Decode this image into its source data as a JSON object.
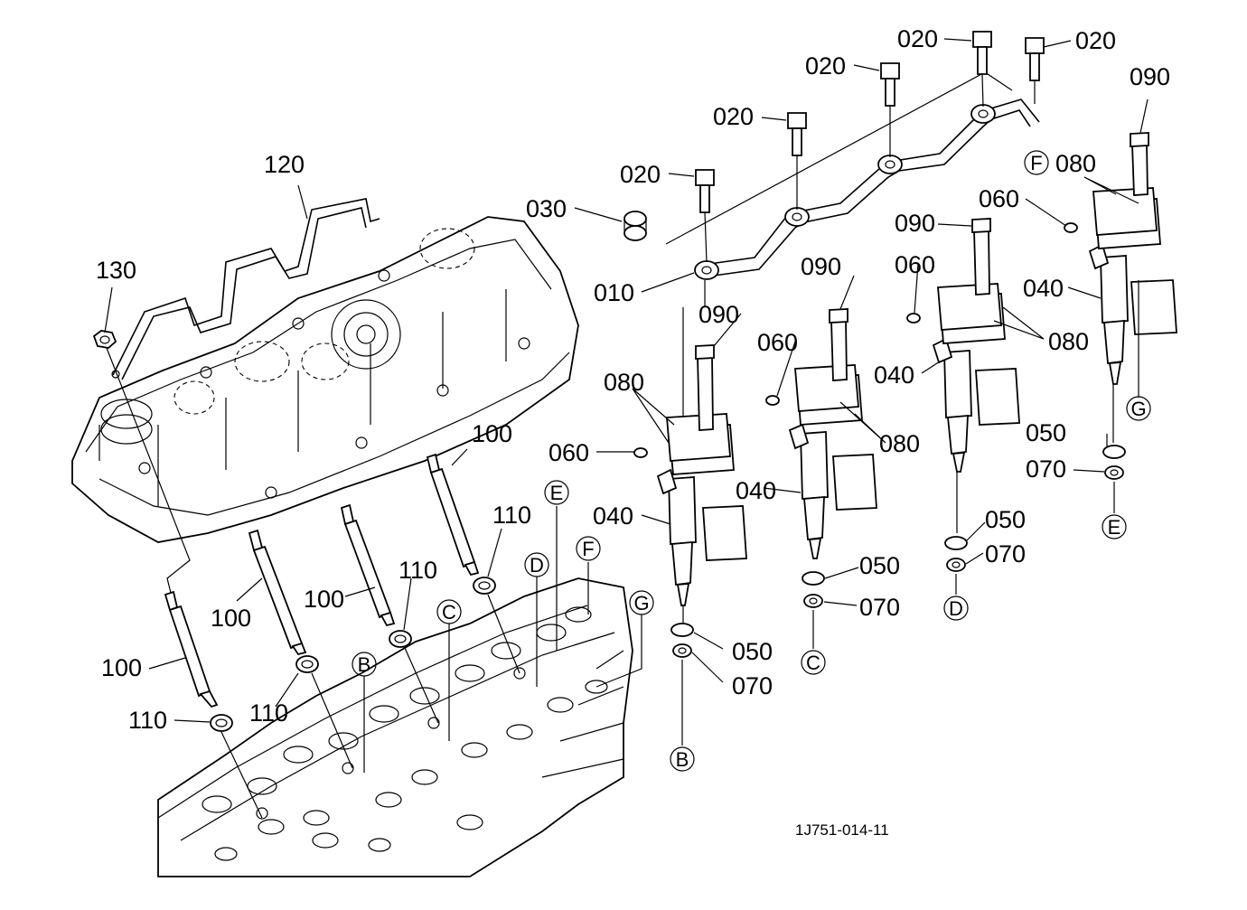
{
  "diagram": {
    "reference_code": "1J751-014-11",
    "callouts": [
      {
        "id": "c020a",
        "text": "020"
      },
      {
        "id": "c020b",
        "text": "020"
      },
      {
        "id": "c020c",
        "text": "020"
      },
      {
        "id": "c020d",
        "text": "020"
      },
      {
        "id": "c020e",
        "text": "020"
      },
      {
        "id": "c090a",
        "text": "090"
      },
      {
        "id": "c090b",
        "text": "090"
      },
      {
        "id": "c090c",
        "text": "090"
      },
      {
        "id": "c090d",
        "text": "090"
      },
      {
        "id": "c120",
        "text": "120"
      },
      {
        "id": "c130",
        "text": "130"
      },
      {
        "id": "c030",
        "text": "030"
      },
      {
        "id": "c010",
        "text": "010"
      },
      {
        "id": "c060a",
        "text": "060"
      },
      {
        "id": "c060b",
        "text": "060"
      },
      {
        "id": "c060c",
        "text": "060"
      },
      {
        "id": "c060d",
        "text": "060"
      },
      {
        "id": "c080a",
        "text": "080"
      },
      {
        "id": "c080b",
        "text": "080"
      },
      {
        "id": "c080c",
        "text": "080"
      },
      {
        "id": "c080d",
        "text": "080"
      },
      {
        "id": "c040a",
        "text": "040"
      },
      {
        "id": "c040b",
        "text": "040"
      },
      {
        "id": "c040c",
        "text": "040"
      },
      {
        "id": "c040d",
        "text": "040"
      },
      {
        "id": "c050a",
        "text": "050"
      },
      {
        "id": "c050b",
        "text": "050"
      },
      {
        "id": "c050c",
        "text": "050"
      },
      {
        "id": "c050d",
        "text": "050"
      },
      {
        "id": "c070a",
        "text": "070"
      },
      {
        "id": "c070b",
        "text": "070"
      },
      {
        "id": "c070c",
        "text": "070"
      },
      {
        "id": "c070d",
        "text": "070"
      },
      {
        "id": "c100a",
        "text": "100"
      },
      {
        "id": "c100b",
        "text": "100"
      },
      {
        "id": "c100c",
        "text": "100"
      },
      {
        "id": "c100d",
        "text": "100"
      },
      {
        "id": "c110a",
        "text": "110"
      },
      {
        "id": "c110b",
        "text": "110"
      },
      {
        "id": "c110c",
        "text": "110"
      },
      {
        "id": "c110d",
        "text": "110"
      }
    ],
    "reference_letters": [
      {
        "id": "rB1",
        "text": "B"
      },
      {
        "id": "rC1",
        "text": "C"
      },
      {
        "id": "rD1",
        "text": "D"
      },
      {
        "id": "rE1",
        "text": "E"
      },
      {
        "id": "rF1",
        "text": "F"
      },
      {
        "id": "rG1",
        "text": "G"
      },
      {
        "id": "rB2",
        "text": "B"
      },
      {
        "id": "rC2",
        "text": "C"
      },
      {
        "id": "rD2",
        "text": "D"
      },
      {
        "id": "rE2",
        "text": "E"
      },
      {
        "id": "rF2",
        "text": "F"
      },
      {
        "id": "rG2",
        "text": "G"
      }
    ]
  }
}
